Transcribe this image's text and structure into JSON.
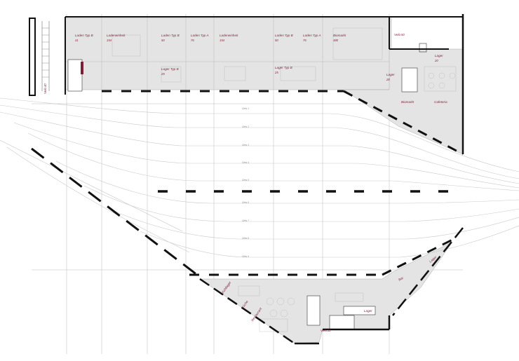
{
  "rooms": [
    {
      "id": "laden-b-1",
      "name": "Laden Typ B",
      "number": "41"
    },
    {
      "id": "ladeneinheit-1",
      "name": "Ladeneinheit",
      "number": "154"
    },
    {
      "id": "laden-b-2",
      "name": "Laden Typ B",
      "number": "50"
    },
    {
      "id": "laden-a-1",
      "name": "Laden Typ A",
      "number": "76"
    },
    {
      "id": "ladeneinheit-2",
      "name": "Ladeneinheit",
      "number": "154"
    },
    {
      "id": "laden-b-3",
      "name": "Laden Typ B",
      "number": "50"
    },
    {
      "id": "laden-a-2",
      "name": "Laden Typ A",
      "number": "76"
    },
    {
      "id": "biomarkt",
      "name": "Biomarkt",
      "number": "480"
    },
    {
      "id": "lager-b-1",
      "name": "Lager Typ B",
      "number": "25"
    },
    {
      "id": "lager-b-2",
      "name": "Lager Typ B",
      "number": "25"
    },
    {
      "id": "wc-top",
      "name": "Velo",
      "number": "50"
    },
    {
      "id": "lager-top-right",
      "name": "Lager",
      "number": "20"
    },
    {
      "id": "lager-mid",
      "name": "Lager",
      "number": "28"
    },
    {
      "id": "biomarkt-right",
      "name": "Biomarkt",
      "number": ""
    },
    {
      "id": "cafeteria",
      "name": "Cafeteria",
      "number": ""
    },
    {
      "id": "lager-bottom",
      "name": "Lager",
      "number": ""
    },
    {
      "id": "velo-bottom",
      "name": "Velo",
      "number": "22"
    },
    {
      "id": "bar",
      "name": "Bar",
      "number": ""
    },
    {
      "id": "lager-small",
      "name": "Lager",
      "number": ""
    },
    {
      "id": "kuehllager",
      "name": "Kühllager",
      "number": ""
    },
    {
      "id": "kueche",
      "name": "Küche",
      "number": ""
    },
    {
      "id": "restaurant",
      "name": "Restaurant",
      "number": ""
    },
    {
      "id": "velo-left",
      "name": "Velo",
      "number": "40"
    }
  ],
  "tracks": [
    {
      "label": "Gleis 1"
    },
    {
      "label": "Gleis 2"
    },
    {
      "label": "Gleis 3"
    },
    {
      "label": "Gleis 4"
    },
    {
      "label": "Gleis 5"
    },
    {
      "label": "Gleis 6"
    },
    {
      "label": "Gleis 7"
    },
    {
      "label": "Gleis 8"
    },
    {
      "label": "Gleis 9"
    }
  ]
}
